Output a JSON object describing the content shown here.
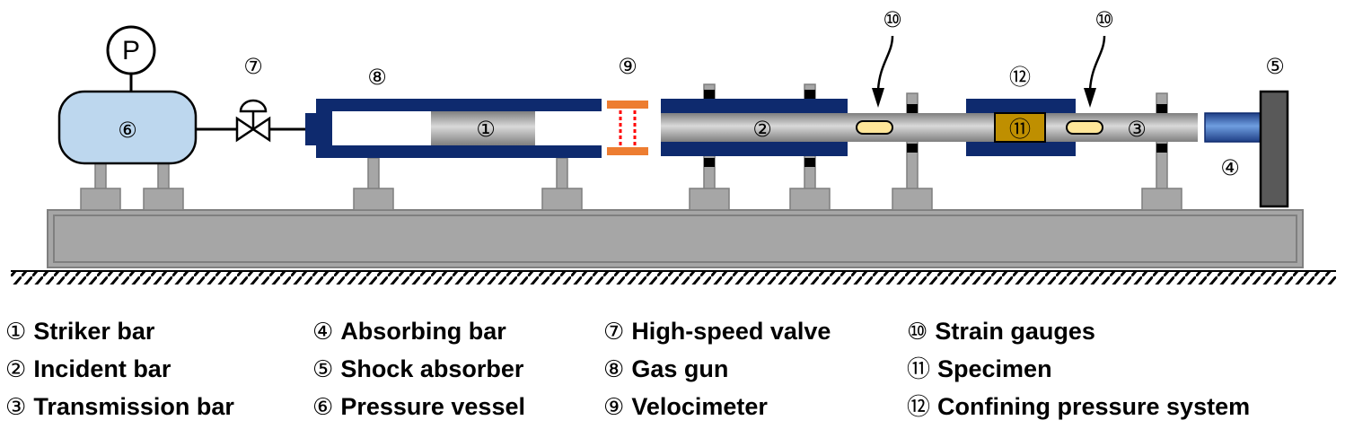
{
  "gauge_label": "P",
  "markers": {
    "m1": "①",
    "m2": "②",
    "m3": "③",
    "m4": "④",
    "m5": "⑤",
    "m6": "⑥",
    "m7": "⑦",
    "m8": "⑧",
    "m9": "⑨",
    "m10a": "⑩",
    "m10b": "⑩",
    "m11": "⑪",
    "m12": "⑫"
  },
  "legend": [
    {
      "symbol": "①",
      "label": "Striker bar"
    },
    {
      "symbol": "②",
      "label": "Incident bar"
    },
    {
      "symbol": "③",
      "label": "Transmission bar"
    },
    {
      "symbol": "④",
      "label": "Absorbing bar"
    },
    {
      "symbol": "⑤",
      "label": "Shock absorber"
    },
    {
      "symbol": "⑥",
      "label": "Pressure vessel"
    },
    {
      "symbol": "⑦",
      "label": "High-speed valve"
    },
    {
      "symbol": "⑧",
      "label": "Gas gun"
    },
    {
      "symbol": "⑨",
      "label": "Velocimeter"
    },
    {
      "symbol": "⑩",
      "label": "Strain gauges"
    },
    {
      "symbol": "⑪",
      "label": "Specimen"
    },
    {
      "symbol": "⑫",
      "label": "Confining pressure system"
    }
  ],
  "colors": {
    "navy": "#0e2a6e",
    "bar_gray": "#9b9b9b",
    "base_gray": "#a6a6a6",
    "vessel_blue": "#bdd7ee",
    "velocimeter_orange": "#ed7d31",
    "velocimeter_red": "#ff0000",
    "gauge_yellow": "#ffe699",
    "specimen_gold": "#bf8f00",
    "absorber_gray": "#595959",
    "absorbing_bar_blue": "#2f5597"
  }
}
